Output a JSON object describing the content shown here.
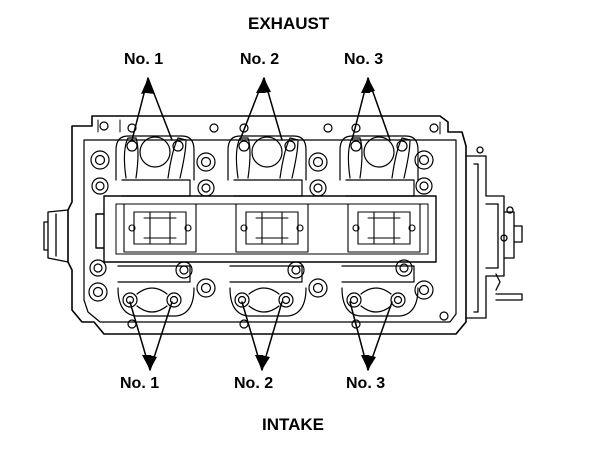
{
  "heading_top": "EXHAUST",
  "heading_bottom": "INTAKE",
  "exhaust_labels": [
    "No. 1",
    "No. 2",
    "No. 3"
  ],
  "intake_labels": [
    "No. 1",
    "No. 2",
    "No. 3"
  ],
  "colors": {
    "ink": "#000000",
    "paper": "#ffffff"
  }
}
